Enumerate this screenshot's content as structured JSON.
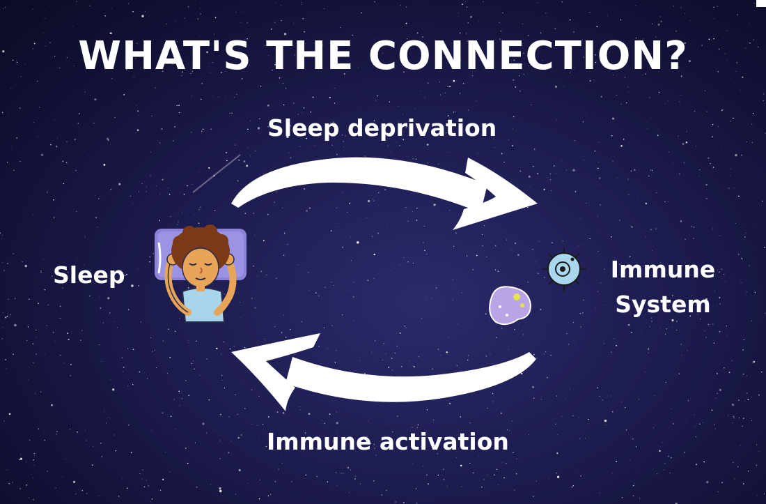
{
  "diagram": {
    "title": "WHAT'S THE CONNECTION?",
    "left_node": "Sleep",
    "right_node_line1": "Immune",
    "right_node_line2": "System",
    "top_arrow_label": "Sleep deprivation",
    "bottom_arrow_label": "Immune activation"
  },
  "colors": {
    "background": "#1c1b4d",
    "text": "#ffffff",
    "arrow": "#ffffff",
    "pillow": "#8b83d6",
    "shirt": "#a9d5ea",
    "skin": "#e8a55a",
    "hair": "#7a3a18",
    "cell_blue": "#a9d8ee",
    "cell_purple": "#b9a4e6"
  },
  "icons": [
    "sleeping-person-icon",
    "immune-cell-blue-icon",
    "immune-cell-purple-icon"
  ]
}
